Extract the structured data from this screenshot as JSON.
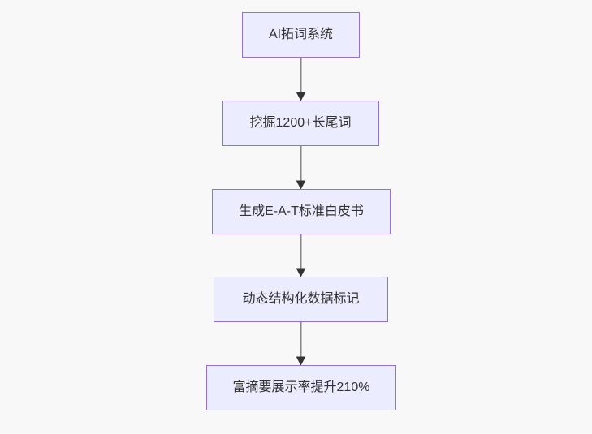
{
  "diagram": {
    "type": "flowchart",
    "direction": "top-down",
    "nodes": [
      {
        "id": "step1",
        "label": "AI拓词系统"
      },
      {
        "id": "step2",
        "label": "挖掘1200+长尾词"
      },
      {
        "id": "step3",
        "label": "生成E-A-T标准白皮书"
      },
      {
        "id": "step4",
        "label": "动态结构化数据标记"
      },
      {
        "id": "step5",
        "label": "富摘要展示率提升210%"
      }
    ],
    "edges": [
      {
        "from": "step1",
        "to": "step2"
      },
      {
        "from": "step2",
        "to": "step3"
      },
      {
        "from": "step3",
        "to": "step4"
      },
      {
        "from": "step4",
        "to": "step5"
      }
    ],
    "colors": {
      "background": "#f8f8f8",
      "node_fill": "#ECECFF",
      "node_border": "#9370DB",
      "node_text": "#333333",
      "edge_line": "#858585",
      "edge_arrowhead": "#333333"
    }
  }
}
